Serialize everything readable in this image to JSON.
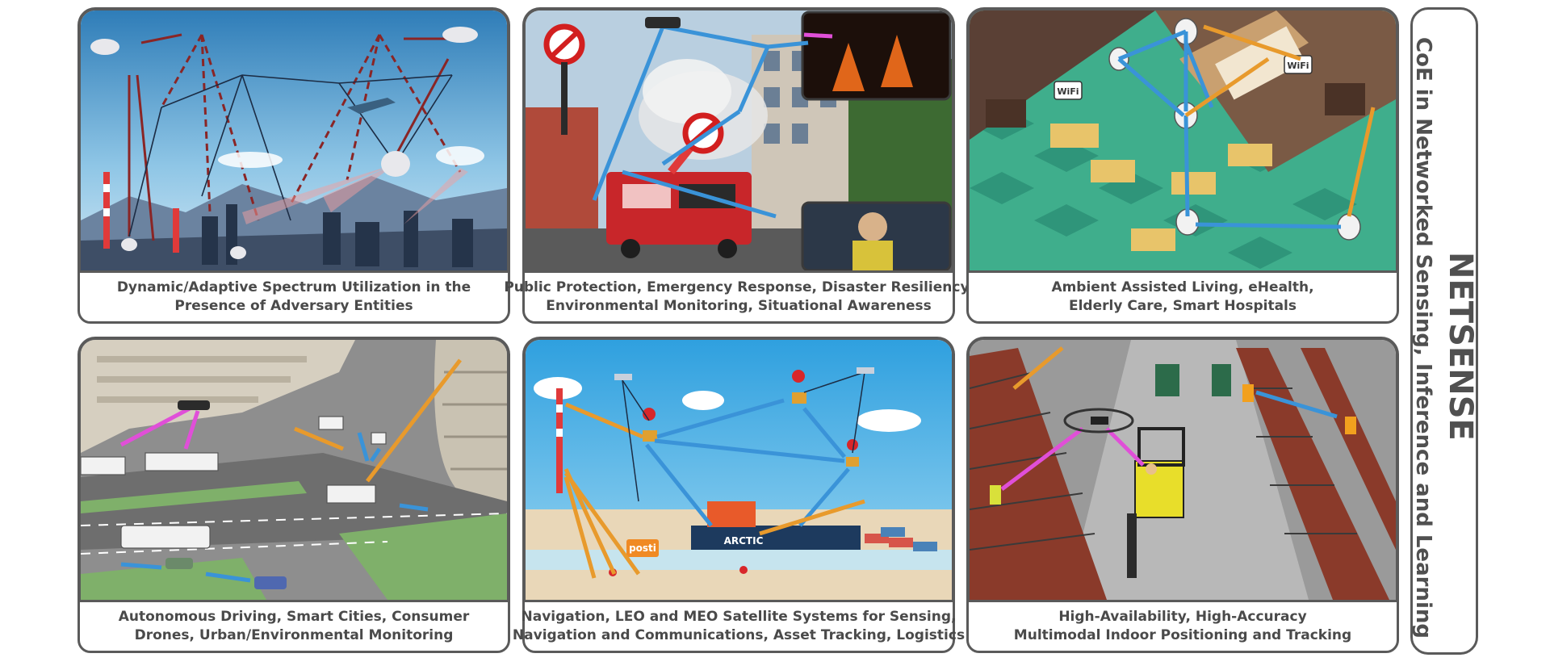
{
  "side_panel": {
    "title": "NETSENSE",
    "subtitle": "CoE in Networked Sensing, Inference and Learning"
  },
  "panels": [
    {
      "caption_line1": "Dynamic/Adaptive Spectrum Utilization in the",
      "caption_line2": "Presence of Adversary Entities"
    },
    {
      "caption_line1": "Public Protection, Emergency Response, Disaster Resiliency,",
      "caption_line2": "Environmental Monitoring, Situational Awareness"
    },
    {
      "caption_line1": "Ambient Assisted Living, eHealth,",
      "caption_line2": "Elderly Care, Smart Hospitals"
    },
    {
      "caption_line1": "Autonomous Driving, Smart Cities, Consumer",
      "caption_line2": "Drones, Urban/Environmental Monitoring"
    },
    {
      "caption_line1": "Navigation, LEO and MEO Satellite Systems for Sensing,",
      "caption_line2": "Navigation and Communications, Asset Tracking, Logistics"
    },
    {
      "caption_line1": "High-Availability, High-Accuracy",
      "caption_line2": "Multimodal Indoor Positioning and Tracking"
    }
  ],
  "scene_labels": {
    "wifi_1": "WiFi",
    "wifi_2": "WiFi",
    "vessel": "ARCTIC",
    "brand": "posti"
  },
  "colors": {
    "frame": "#5a5a5a",
    "caption_text": "#4a4a4a",
    "link_blue": "#3a93d8",
    "link_orange": "#e89a2c",
    "link_magenta": "#e04fd8",
    "link_darkred": "#8a2525"
  }
}
